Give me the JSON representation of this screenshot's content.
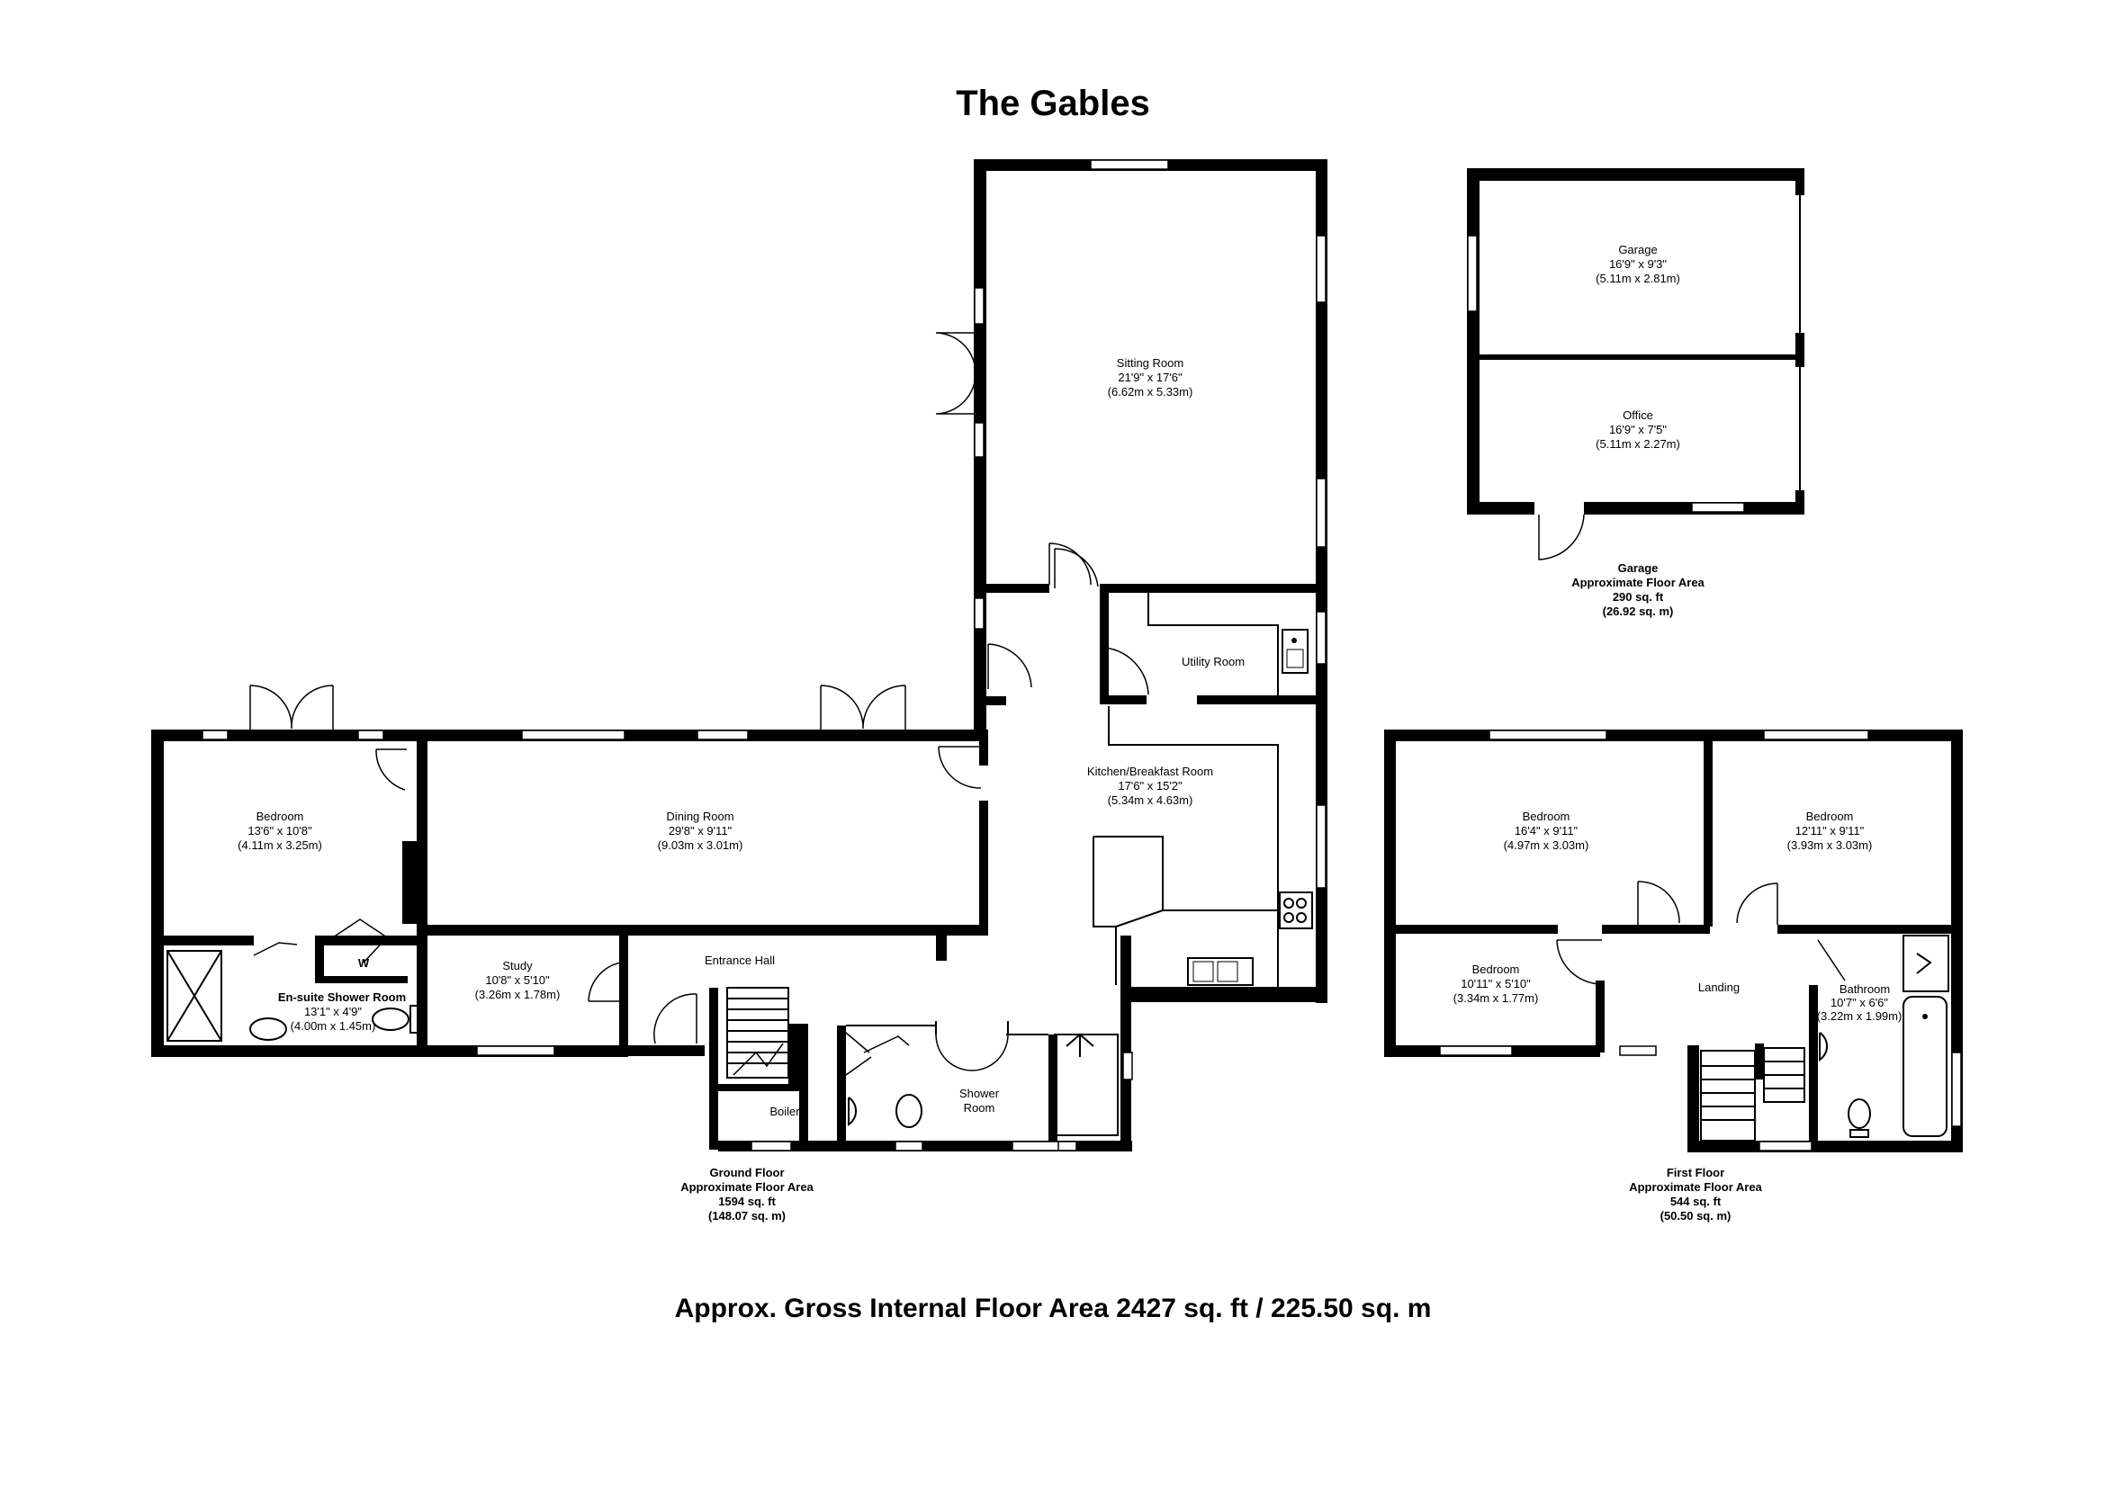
{
  "title": "The Gables",
  "total_area": "Approx. Gross Internal Floor Area 2427 sq. ft / 225.50 sq. m",
  "rooms": {
    "sitting_room": {
      "name": "Sitting Room",
      "imperial": "21'9\" x 17'6\"",
      "metric": "(6.62m x 5.33m)"
    },
    "utility_room": {
      "name": "Utility Room"
    },
    "kitchen": {
      "name": "Kitchen/Breakfast Room",
      "imperial": "17'6\" x 15'2\"",
      "metric": "(5.34m x 4.63m)"
    },
    "dining_room": {
      "name": "Dining Room",
      "imperial": "29'8\" x 9'11\"",
      "metric": "(9.03m x 3.01m)"
    },
    "gf_bedroom": {
      "name": "Bedroom",
      "imperial": "13'6\" x 10'8\"",
      "metric": "(4.11m x 3.25m)"
    },
    "ensuite": {
      "name": "En-suite Shower Room",
      "imperial": "13'1\" x 4'9\"",
      "metric": "(4.00m x 1.45m)"
    },
    "wardrobe": {
      "name": "W"
    },
    "study": {
      "name": "Study",
      "imperial": "10'8\" x 5'10\"",
      "metric": "(3.26m x 1.78m)"
    },
    "entrance_hall": {
      "name": "Entrance Hall"
    },
    "boiler": {
      "name": "Boiler"
    },
    "shower_room": {
      "line1": "Shower",
      "line2": "Room"
    },
    "garage": {
      "name": "Garage",
      "imperial": "16'9\" x 9'3\"",
      "metric": "(5.11m x 2.81m)"
    },
    "office": {
      "name": "Office",
      "imperial": "16'9\" x 7'5\"",
      "metric": "(5.11m x 2.27m)"
    },
    "ff_bedroom1": {
      "name": "Bedroom",
      "imperial": "16'4\" x 9'11\"",
      "metric": "(4.97m x 3.03m)"
    },
    "ff_bedroom2": {
      "name": "Bedroom",
      "imperial": "12'11\" x 9'11\"",
      "metric": "(3.93m x 3.03m)"
    },
    "ff_bedroom3": {
      "name": "Bedroom",
      "imperial": "10'11\" x 5'10\"",
      "metric": "(3.34m x 1.77m)"
    },
    "landing": {
      "name": "Landing"
    },
    "bathroom": {
      "name": "Bathroom",
      "imperial": "10'7\" x 6'6\"",
      "metric": "(3.22m x 1.99m)"
    }
  },
  "areas": {
    "ground": {
      "line1": "Ground Floor",
      "line2": "Approximate Floor Area",
      "line3": "1594 sq. ft",
      "line4": "(148.07 sq. m)"
    },
    "garage": {
      "line1": "Garage",
      "line2": "Approximate Floor Area",
      "line3": "290 sq. ft",
      "line4": "(26.92 sq. m)"
    },
    "first": {
      "line1": "First Floor",
      "line2": "Approximate Floor Area",
      "line3": "544 sq. ft",
      "line4": "(50.50 sq. m)"
    }
  }
}
